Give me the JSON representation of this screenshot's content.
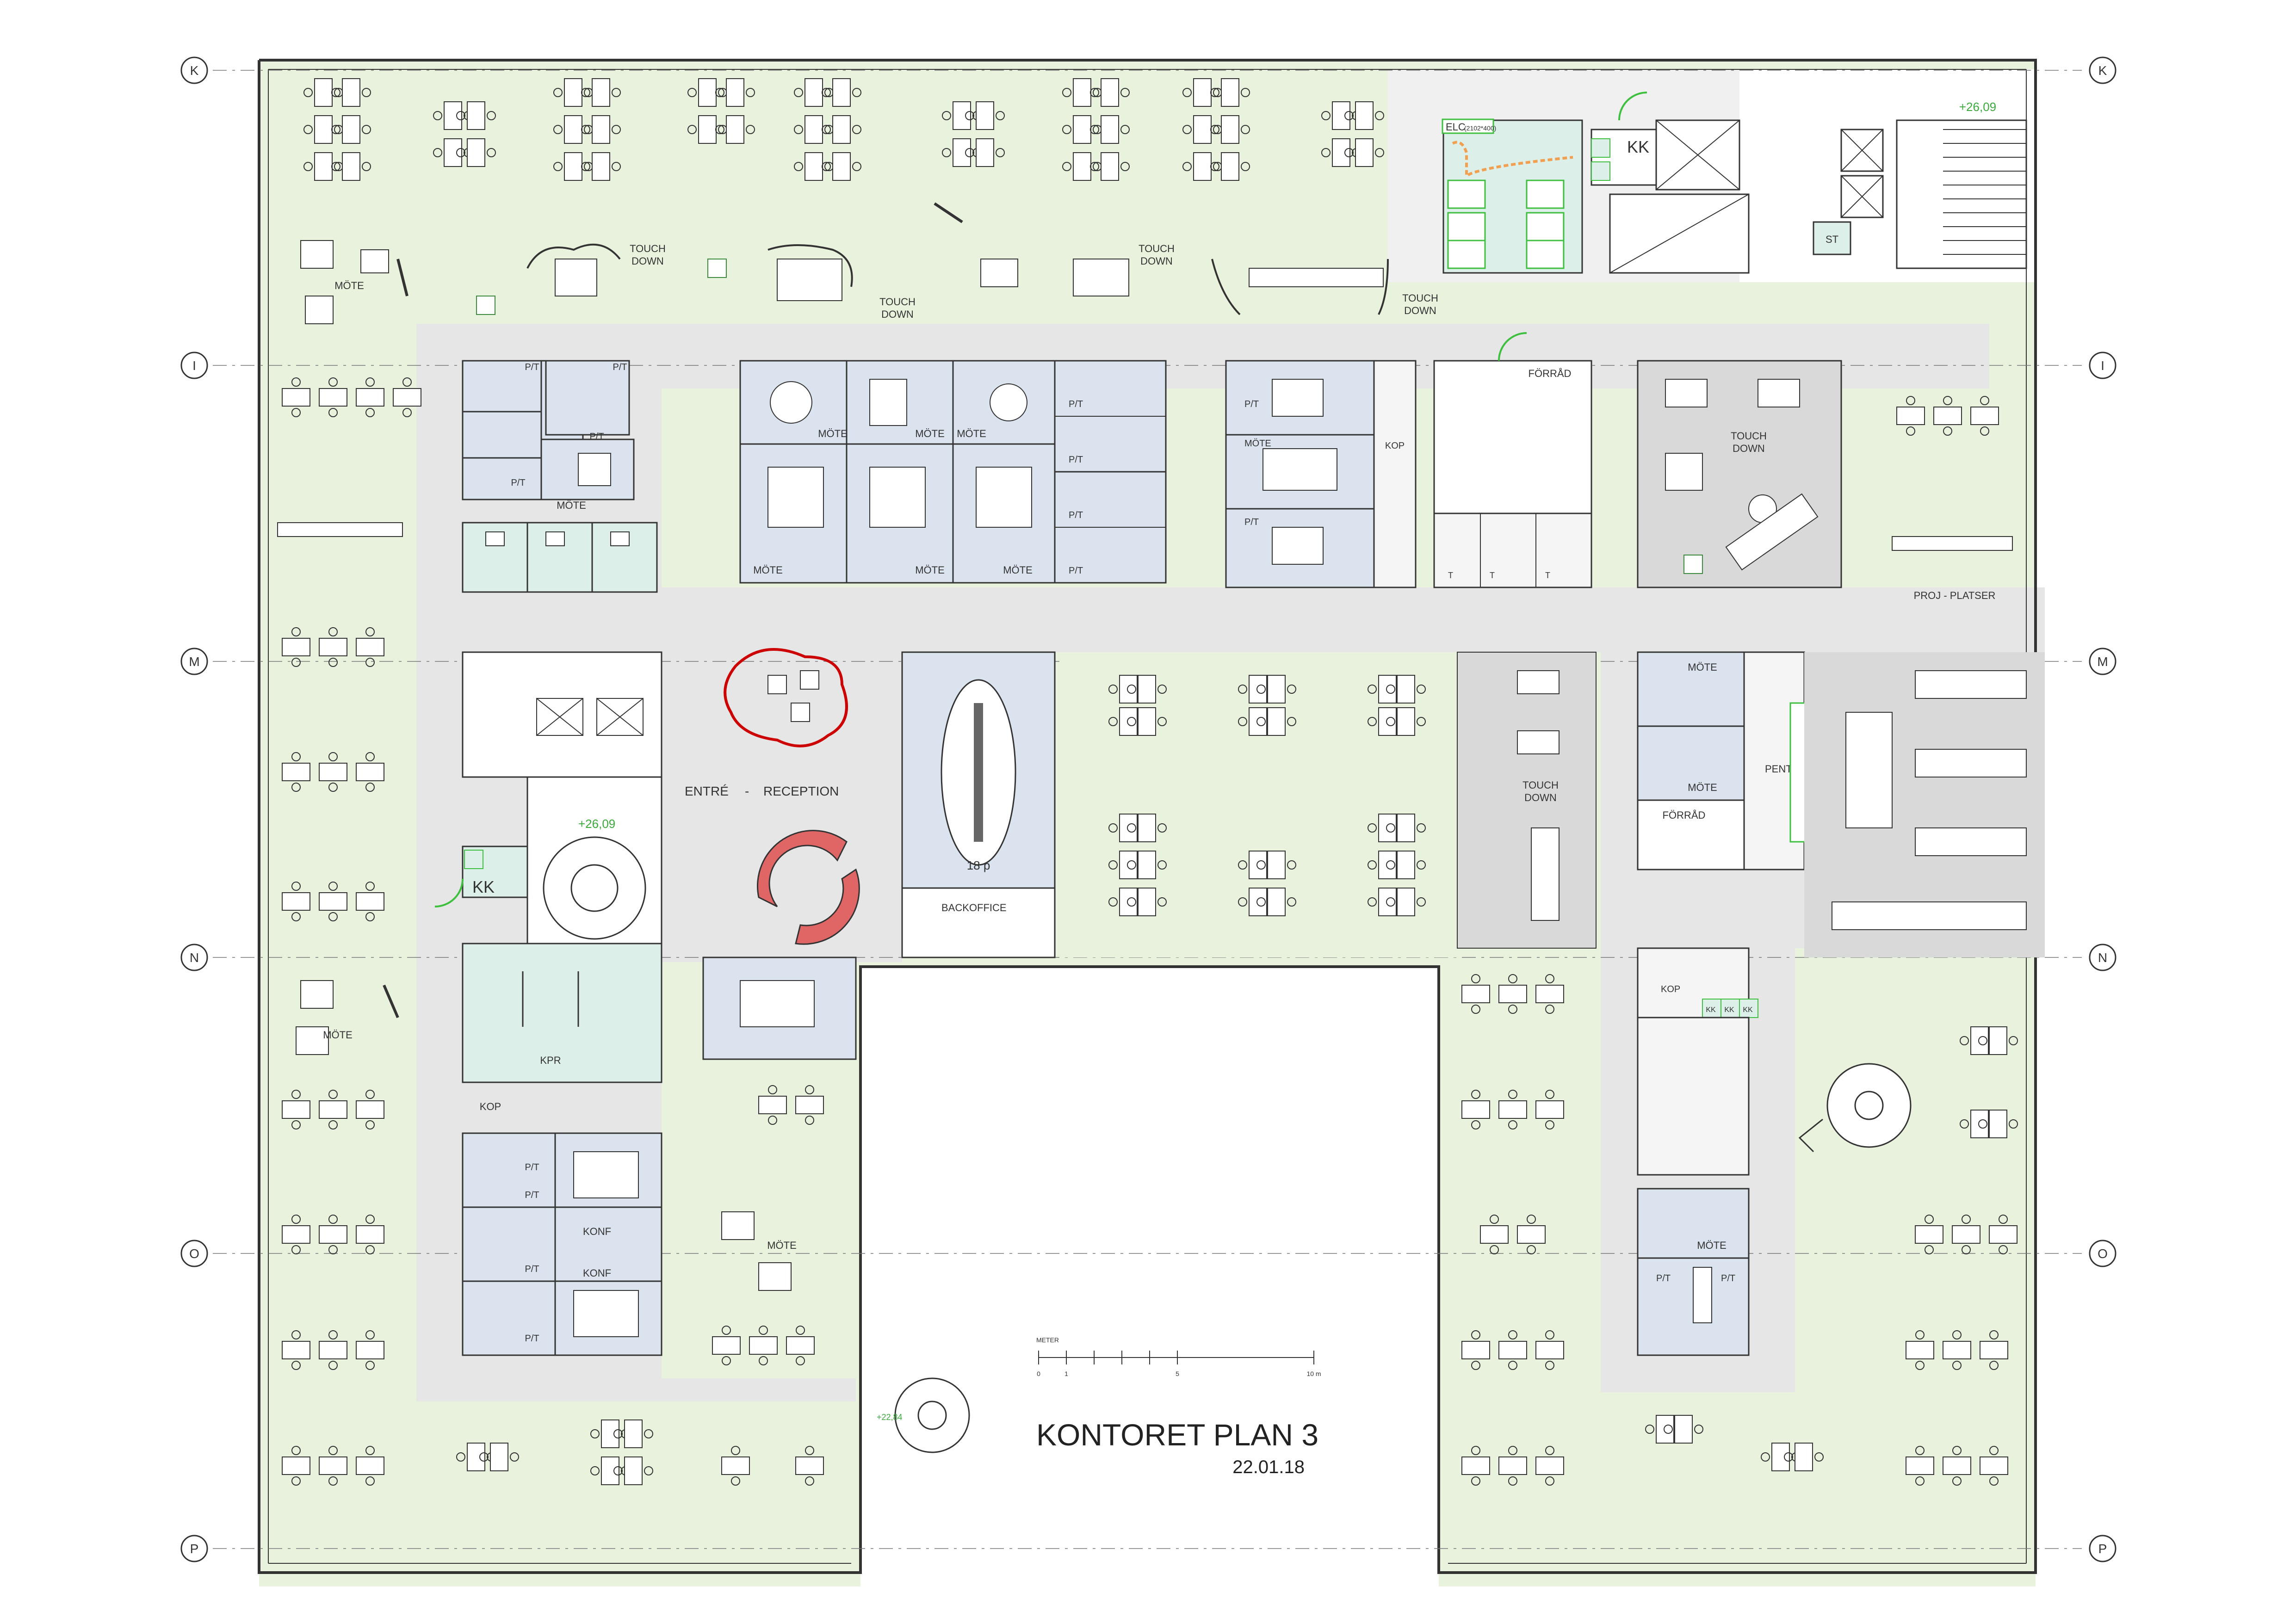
{
  "title": {
    "main": "KONTORET PLAN 3",
    "date": "22.01.18"
  },
  "scale_bar": {
    "caption": "METER",
    "ticks": [
      "0",
      "1",
      "5",
      "10 m"
    ]
  },
  "grid_labels": {
    "k": "K",
    "i": "I",
    "m": "M",
    "n": "N",
    "o": "O",
    "p": "P"
  },
  "elevation_marks": {
    "stair_top": "+26,09",
    "stair_center": "+26,09",
    "stair_bottom": "+22,84"
  },
  "rooms": {
    "touch_down_1": [
      "TOUCH",
      "DOWN"
    ],
    "touch_down_2": [
      "TOUCH",
      "DOWN"
    ],
    "touch_down_3": [
      "TOUCH",
      "DOWN"
    ],
    "touch_down_4": [
      "TOUCH",
      "DOWN"
    ],
    "touch_down_5": [
      "TOUCH",
      "DOWN"
    ],
    "touch_down_6": [
      "TOUCH",
      "DOWN"
    ],
    "mote": "MÖTE",
    "pt": "P/T",
    "forrad": "FÖRRÅD",
    "kop": "KOP",
    "konf": "KONF",
    "kpr": "KPR",
    "kk": "KK",
    "elc": "ELC",
    "elc_note": "(2102*400)",
    "st": "ST",
    "t": "T",
    "pentry": "PENTRY",
    "backoffice": "BACKOFFICE",
    "proj_platser": "PROJ - PLATSER",
    "reception_1": "ENTRÉ",
    "reception_sep": "-",
    "reception_2": "RECEPTION",
    "conf_capacity": "18 p"
  },
  "colors": {
    "floor_green": "#e8f2dc",
    "corridor_gray": "#e6e6e6",
    "meeting_blue": "#dae3ee",
    "wet_room": "#dcefe9",
    "touchdown_gray": "#d9d9d9",
    "wall": "#333333",
    "reception_red": "#d9534f",
    "door_green": "#3fbf3f",
    "elevation_green": "#3caa3c"
  }
}
